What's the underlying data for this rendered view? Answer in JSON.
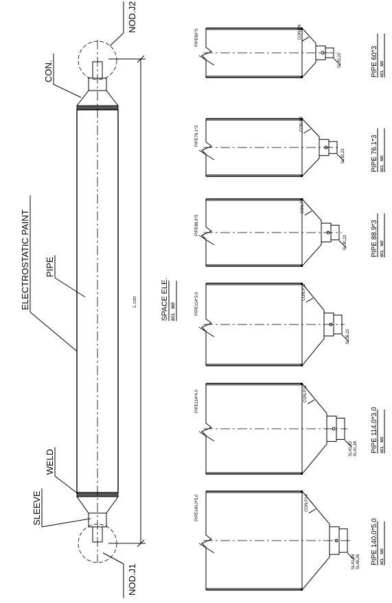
{
  "main_element": {
    "labels": {
      "con": "CON.",
      "nod_j2": "NOD.J2",
      "electrostatic_paint": "ELECTROSTATIC PAINT",
      "pipe": "PIPE",
      "weld": "WELD",
      "sleeve": "SLEEVE",
      "nod_j1": "NOD.J1",
      "length": "L.con"
    },
    "title": "SPACE ELE.",
    "scale_label": "SCL",
    "scale_value": "NO"
  },
  "details": [
    {
      "pipe_label": "PIPE60*3",
      "con_label": "CON.P6",
      "sl_labels": [
        "SL30,22"
      ],
      "title": "PIPE 60*3",
      "scale_label": "SCL",
      "scale_value": "NO"
    },
    {
      "pipe_label": "PIPE76.1*3",
      "con_label": "CON.P7",
      "sl_labels": [
        "SL30,22"
      ],
      "title": "PIPE 76.1*3",
      "scale_label": "SCL",
      "scale_value": "NO"
    },
    {
      "pipe_label": "PIPE88.9*3",
      "con_label": "CON.P9",
      "sl_labels": [
        "SL30,22"
      ],
      "title": "PIPE 88.9*3",
      "scale_label": "SCL",
      "scale_value": "NO"
    },
    {
      "pipe_label": "PIPE114*3.0",
      "con_label": "CON.P11",
      "sl_labels": [
        "SL36,22"
      ],
      "title": "",
      "scale_label": "",
      "scale_value": ""
    },
    {
      "pipe_label": "PIPE114*4.0",
      "con_label": "CON.P11",
      "sl_labels": [
        "SL41,22",
        "SL41,26"
      ],
      "title": "PIPE 114.0*3.0",
      "scale_label": "SCL",
      "scale_value": "NO"
    },
    {
      "pipe_label": "PIPE140,0*5,0",
      "con_label": "CON.P14",
      "sl_labels": [
        "SL41,26",
        "SL46,26"
      ],
      "title": "PIPE 140.0*5.0",
      "scale_label": "SCL",
      "scale_value": "NO"
    }
  ]
}
